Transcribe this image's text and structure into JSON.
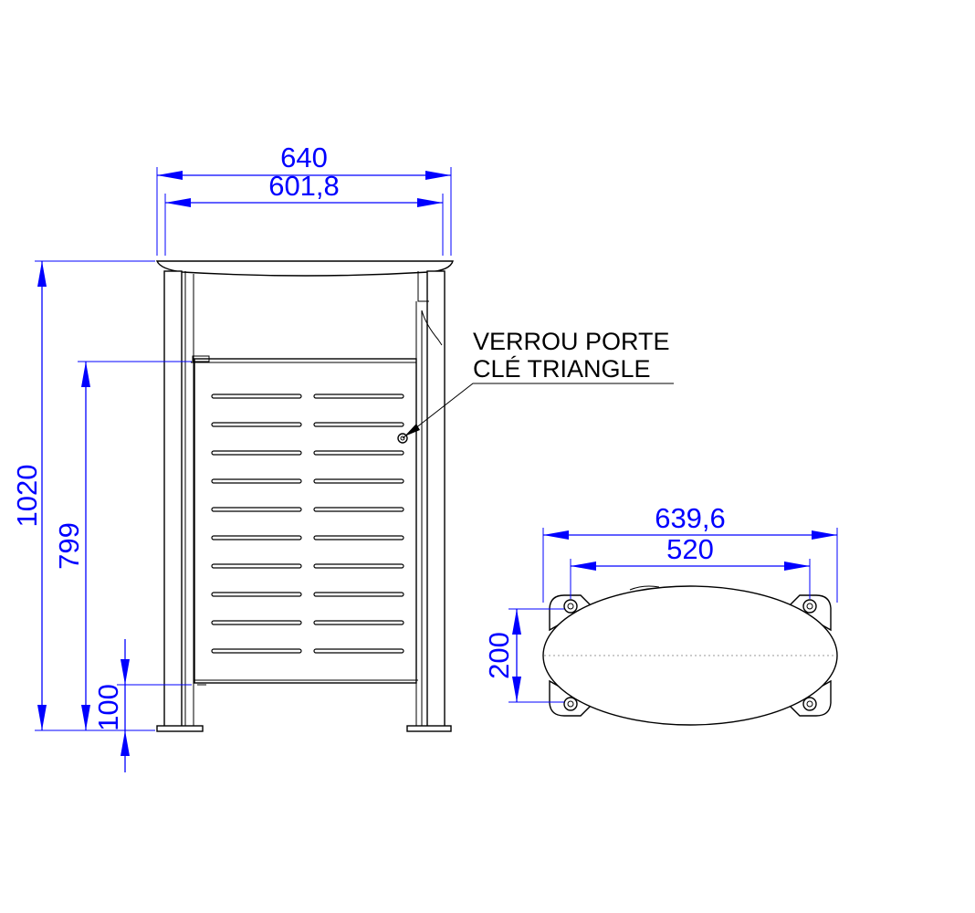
{
  "front_view": {
    "dimensions": {
      "overall_width": "640",
      "inner_width": "601,8",
      "overall_height": "1020",
      "door_height": "799",
      "ground_clearance": "100"
    },
    "callout": {
      "line1": "VERROU PORTE",
      "line2": "CLÉ TRIANGLE"
    },
    "door_slot_rows": 10,
    "door_slot_columns": 2
  },
  "top_view": {
    "dimensions": {
      "overall_width": "639,6",
      "mount_spacing": "520",
      "depth": "200"
    },
    "mount_holes": 4
  },
  "colors": {
    "dimension": "#0000ff",
    "outline": "#000000"
  }
}
